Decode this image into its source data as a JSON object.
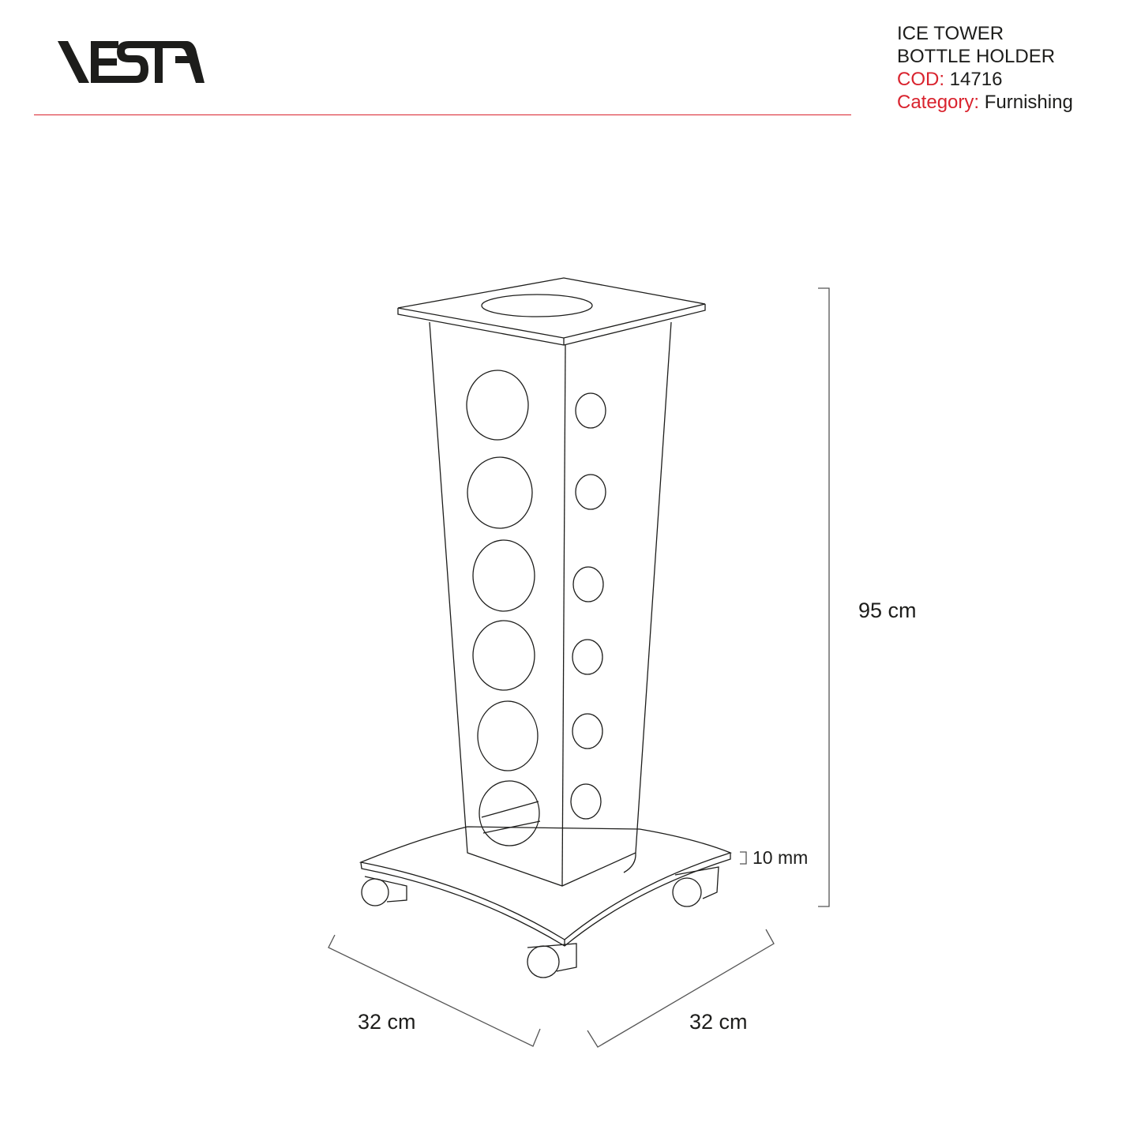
{
  "brand": {
    "logo_text": "VESTA"
  },
  "product": {
    "name_line1": "ICE TOWER",
    "name_line2": "BOTTLE HOLDER",
    "code_label": "COD:",
    "code_value": "14716",
    "category_label": "Category:",
    "category_value": "Furnishing"
  },
  "dimensions": {
    "height": "95 cm",
    "thickness": "10 mm",
    "width": "32 cm",
    "depth": "32 cm"
  },
  "colors": {
    "accent": "#d9232e",
    "line": "#1d1d1b"
  }
}
